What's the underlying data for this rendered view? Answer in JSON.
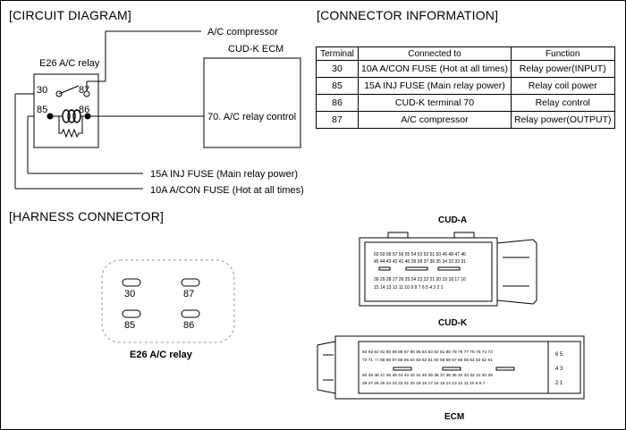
{
  "titles": {
    "circuit": "[CIRCUIT DIAGRAM]",
    "connector": "[CONNECTOR INFORMATION]",
    "harness": "[HARNESS CONNECTOR]"
  },
  "circuit": {
    "relay_title": "E26 A/C relay",
    "term_30": "30",
    "term_87": "87",
    "term_85": "85",
    "term_86": "86",
    "compressor_label": "A/C compressor",
    "ecm_title": "CUD-K ECM",
    "ecm_pin": "70. A/C relay control",
    "inj_fuse": "15A INJ FUSE (Main relay power)",
    "acon_fuse": "10A A/CON FUSE (Hot at all times)"
  },
  "connector_table": {
    "headers": [
      "Terminal",
      "Connected to",
      "Function"
    ],
    "rows": [
      [
        "30",
        "10A A/CON FUSE (Hot at all times)",
        "Relay power(INPUT)"
      ],
      [
        "85",
        "15A INJ FUSE (Main relay power)",
        "Relay coil power"
      ],
      [
        "86",
        "CUD-K terminal 70",
        "Relay control"
      ],
      [
        "87",
        "A/C compressor",
        "Relay power(OUTPUT)"
      ]
    ]
  },
  "harness": {
    "pin_30": "30",
    "pin_87": "87",
    "pin_85": "85",
    "pin_86": "86",
    "relay_caption": "E26 A/C relay",
    "cud_a_label": "CUD-A",
    "cud_k_label": "CUD-K",
    "ecm_label": "ECM",
    "cud_a_row1": [
      "60",
      "59",
      "58",
      "57",
      "56",
      "55",
      "54",
      "53",
      "52",
      "51",
      "50",
      "49",
      "48",
      "47",
      "46"
    ],
    "cud_a_row2": [
      "45",
      "44",
      "43",
      "42",
      "41",
      "40",
      "39",
      "38",
      "37",
      "36",
      "35",
      "34",
      "33",
      "32",
      "31"
    ],
    "cud_a_row3": [
      "30",
      "29",
      "28",
      "27",
      "26",
      "25",
      "24",
      "23",
      "22",
      "21",
      "20",
      "19",
      "18",
      "17",
      "16"
    ],
    "cud_a_row4": [
      "15",
      "14",
      "13",
      "12",
      "11",
      "10",
      "9",
      "8",
      "7",
      "6",
      "5",
      "4",
      "3",
      "2",
      "1"
    ],
    "cud_k_row1": [
      "94",
      "93",
      "92",
      "91",
      "90",
      "89",
      "88",
      "87",
      "86",
      "85",
      "84",
      "83",
      "82",
      "81",
      "80",
      "79",
      "78",
      "77",
      "76",
      "75",
      "74",
      "73"
    ],
    "cud_k_row2": [
      "72",
      "71",
      "70",
      "69",
      "68",
      "67",
      "66",
      "65",
      "64",
      "63",
      "62",
      "61",
      "60",
      "59",
      "58",
      "57",
      "56",
      "55",
      "54",
      "53",
      "52",
      "51"
    ],
    "cud_k_row3": [
      "50",
      "49",
      "48",
      "47",
      "46",
      "45",
      "44",
      "43",
      "42",
      "41",
      "40",
      "39",
      "38",
      "37",
      "36",
      "35",
      "34",
      "33",
      "32",
      "31",
      "30",
      "29"
    ],
    "cud_k_row4": [
      "28",
      "27",
      "26",
      "25",
      "24",
      "23",
      "22",
      "21",
      "20",
      "19",
      "18",
      "17",
      "16",
      "15",
      "14",
      "13",
      "12",
      "11",
      "10",
      "9",
      "8",
      "7"
    ],
    "cud_k_side": [
      [
        "6",
        "5"
      ],
      [
        "4",
        "3"
      ],
      [
        "2",
        "1"
      ]
    ]
  }
}
